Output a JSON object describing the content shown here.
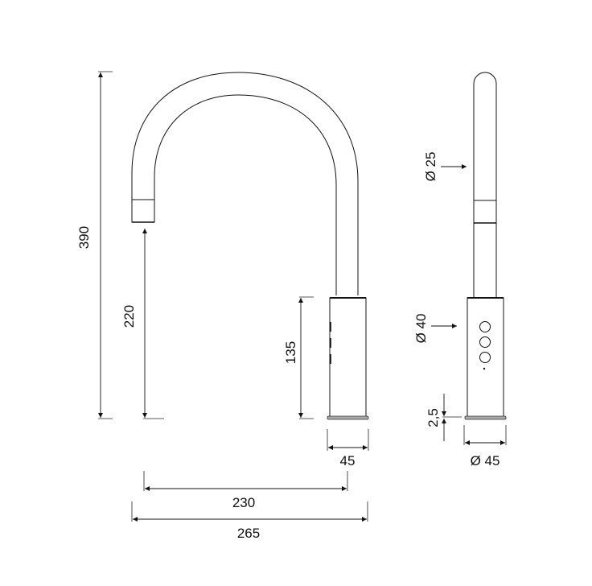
{
  "drawing": {
    "title": "Faucet technical drawing",
    "views": [
      "side-view",
      "front-view"
    ],
    "units": "mm",
    "line_color": "#111111",
    "background": "#ffffff"
  },
  "dimensions": {
    "total_height": "390",
    "spout_height": "220",
    "body_height": "135",
    "body_width": "45",
    "reach": "230",
    "overall_length": "265",
    "spout_diameter": "Ø 25",
    "body_diameter": "Ø 40",
    "base_diameter": "Ø 45",
    "base_thickness": "2,5"
  },
  "controls": {
    "button_count": 3
  }
}
